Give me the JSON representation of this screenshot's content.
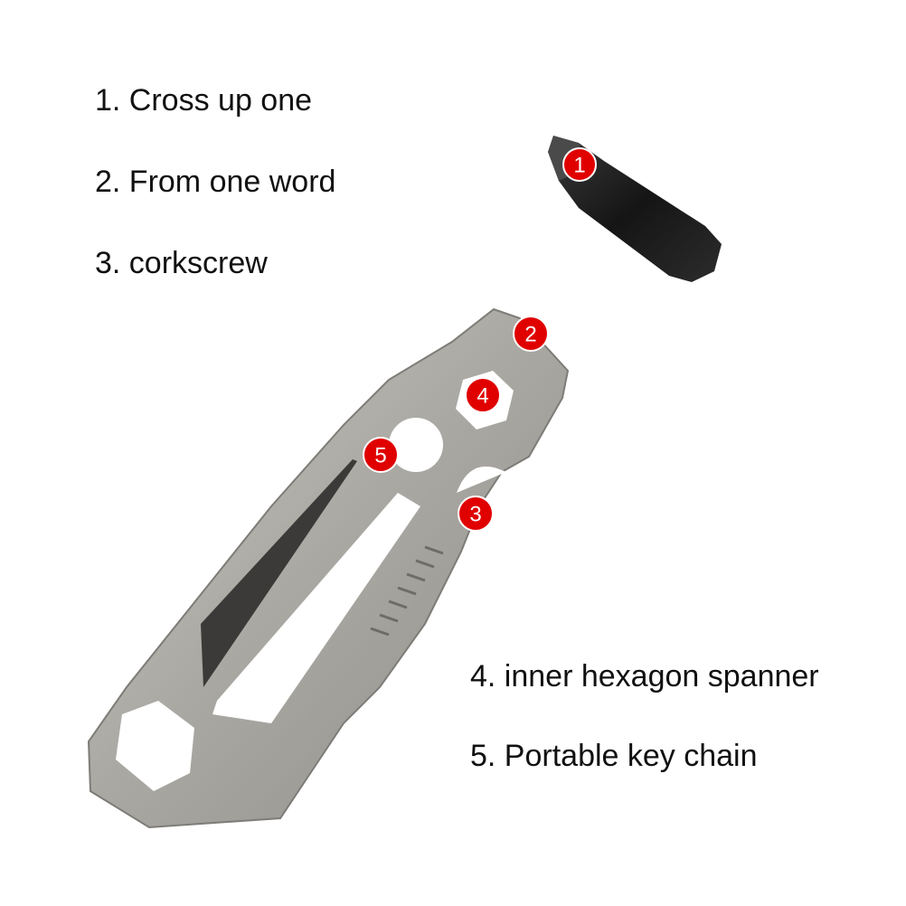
{
  "features": [
    {
      "number": "1",
      "text": "1. Cross up one"
    },
    {
      "number": "2",
      "text": "2. From one word"
    },
    {
      "number": "3",
      "text": "3. corkscrew"
    },
    {
      "number": "4",
      "text": "4. inner hexagon spanner"
    },
    {
      "number": "5",
      "text": "5. Portable key chain"
    }
  ],
  "colors": {
    "badge": "#e00000",
    "tool": "#a8a6a0",
    "bit": "#1e1e1e"
  }
}
